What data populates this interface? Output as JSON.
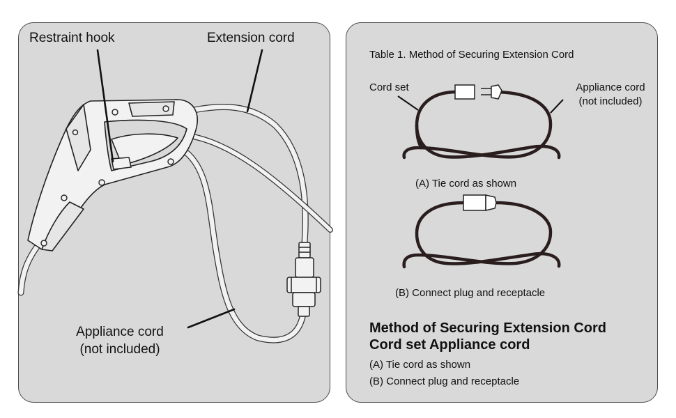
{
  "left": {
    "restraint_hook": "Restraint hook",
    "extension_cord": "Extension cord",
    "appliance_cord_line1": "Appliance cord",
    "appliance_cord_line2": "(not included)"
  },
  "right": {
    "table_title": "Table 1. Method of Securing Extension Cord",
    "cord_set": "Cord set",
    "appliance_cord_line1": "Appliance cord",
    "appliance_cord_line2": "(not included)",
    "caption_a": "(A) Tie cord as shown",
    "caption_b": "(B) Connect plug and receptacle",
    "heading_line1": "Method of Securing Extension Cord",
    "heading_line2": "Cord set Appliance cord",
    "step_a": "(A) Tie cord as shown",
    "step_b": "(B) Connect plug and receptacle"
  },
  "colors": {
    "panel_bg": "#d9d9d9",
    "panel_border": "#4a4a4a",
    "cord_dark": "#2a1d1d",
    "line": "#111111",
    "cord_light": "#f2f2f2"
  }
}
